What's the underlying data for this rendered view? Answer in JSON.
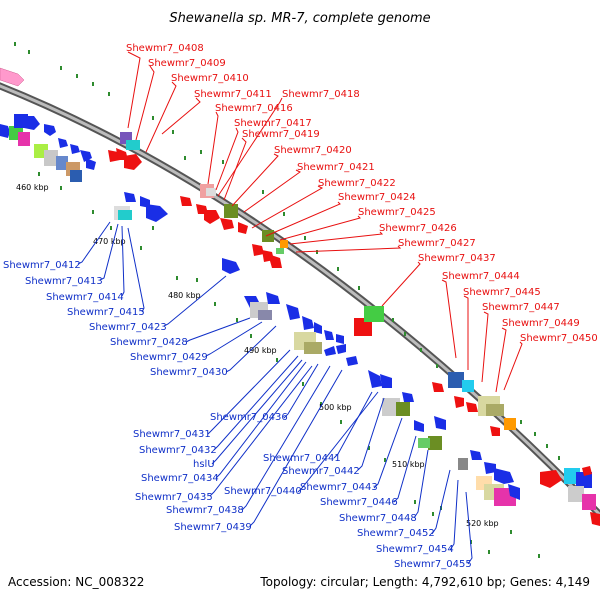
{
  "title": "Shewanella sp. MR-7, complete genome",
  "footer": {
    "accession": "Accession: NC_008322",
    "topology": "Topology: circular; Length: 4,792,610 bp; Genes: 4,149"
  },
  "kbp_labels": [
    "460 kbp",
    "470 kbp",
    "480 kbp",
    "490 kbp",
    "500 kbp",
    "510 kbp",
    "520 kbp"
  ],
  "red_labels": [
    "Shewmr7_0408",
    "Shewmr7_0409",
    "Shewmr7_0410",
    "Shewmr7_0411",
    "Shewmr7_0418",
    "Shewmr7_0416",
    "Shewmr7_0417",
    "Shewmr7_0419",
    "Shewmr7_0420",
    "Shewmr7_0421",
    "Shewmr7_0422",
    "Shewmr7_0424",
    "Shewmr7_0425",
    "Shewmr7_0426",
    "Shewmr7_0427",
    "Shewmr7_0437",
    "Shewmr7_0444",
    "Shewmr7_0445",
    "Shewmr7_0447",
    "Shewmr7_0449",
    "Shewmr7_0450"
  ],
  "blue_labels": [
    "Shewmr7_0412",
    "Shewmr7_0413",
    "Shewmr7_0414",
    "Shewmr7_0415",
    "Shewmr7_0423",
    "Shewmr7_0428",
    "Shewmr7_0429",
    "Shewmr7_0430",
    "Shewmr7_0436",
    "Shewmr7_0431",
    "Shewmr7_0432",
    "hslU",
    "Shewmr7_0434",
    "Shewmr7_0435",
    "Shewmr7_0438",
    "Shewmr7_0439",
    "Shewmr7_0441",
    "Shewmr7_0442",
    "Shewmr7_0440",
    "Shewmr7_0443",
    "Shewmr7_0446",
    "Shewmr7_0448",
    "Shewmr7_0452",
    "Shewmr7_0454",
    "Shewmr7_0455"
  ]
}
